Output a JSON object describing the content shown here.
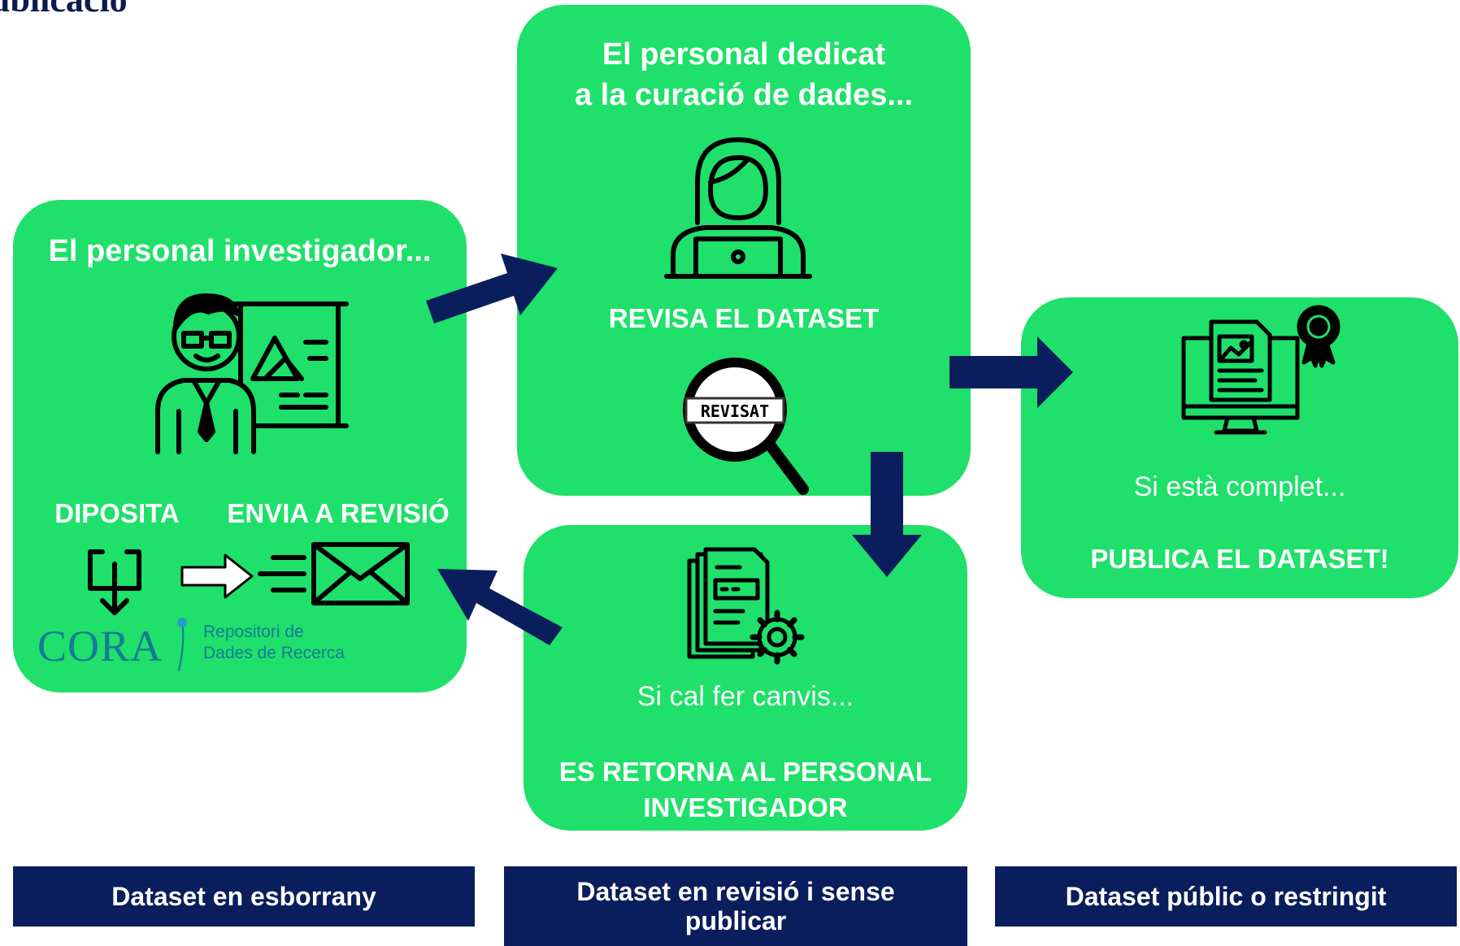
{
  "page": {
    "title_fragment": "ublicació"
  },
  "researcher_box": {
    "title": "El personal investigador...",
    "deposit_label": "DIPOSITA",
    "send_label": "ENVIA A REVISIÓ",
    "logo_text": "CORA",
    "logo_subtitle_line1": "Repositori de",
    "logo_subtitle_line2": "Dades de Recerca"
  },
  "curator_box": {
    "title": "El personal dedicat\na la curació de dades...",
    "action": "REVISA EL DATASET",
    "stamp_text": "REVISAT"
  },
  "return_box": {
    "condition": "Si cal fer canvis...",
    "action": "ES RETORNA AL PERSONAL\nINVESTIGADOR"
  },
  "publish_box": {
    "condition": "Si està complet...",
    "action": "PUBLICA EL DATASET!"
  },
  "status_labels": [
    "Dataset en esborrany",
    "Dataset en revisió i sense\npublicar",
    "Dataset públic o restringit"
  ],
  "icons": {
    "researcher": "researcher-presenting-icon",
    "curator": "person-with-laptop-icon",
    "magnifier": "magnifying-glass-icon",
    "deposit": "download-tray-icon",
    "send": "fast-mail-icon",
    "documents": "documents-settings-icon",
    "publish": "monitor-document-award-icon"
  },
  "colors": {
    "box": "#1ee06a",
    "arrow": "#0a1d5c",
    "label_bg": "#0a1d5c",
    "text_on_green": "#ffffff"
  }
}
